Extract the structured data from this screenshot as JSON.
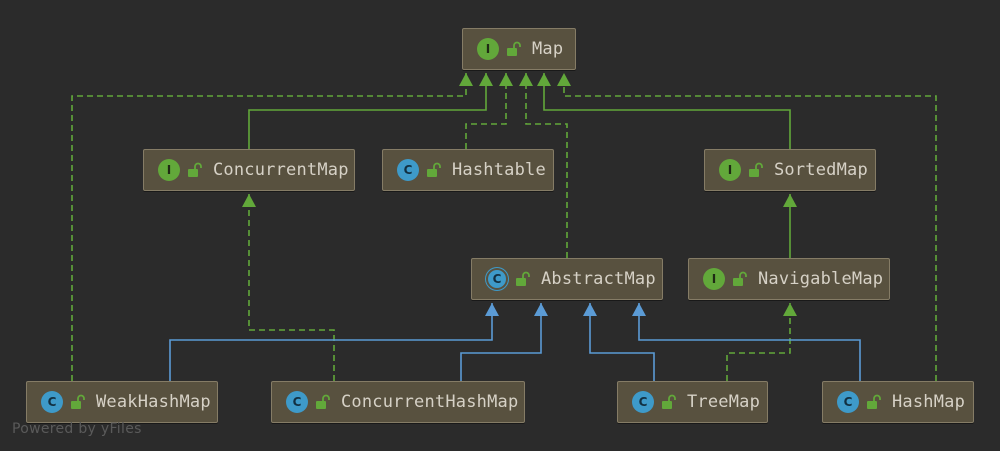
{
  "colors": {
    "background": "#2b2b2b",
    "node_fill": "#58513f",
    "node_border": "#857c66",
    "interface_badge": "#62a83a",
    "class_badge": "#3e9ac9",
    "extends_line": "#62a83a",
    "implements_line": "#62a83a",
    "class_extends_line": "#5b9bd5"
  },
  "nodes": {
    "map": {
      "kind": "interface",
      "badge": "I",
      "label": "Map"
    },
    "concurrent_map": {
      "kind": "interface",
      "badge": "I",
      "label": "ConcurrentMap"
    },
    "hashtable": {
      "kind": "class",
      "badge": "C",
      "label": "Hashtable"
    },
    "sorted_map": {
      "kind": "interface",
      "badge": "I",
      "label": "SortedMap"
    },
    "abstract_map": {
      "kind": "abstract",
      "badge": "C",
      "label": "AbstractMap"
    },
    "navigable_map": {
      "kind": "interface",
      "badge": "I",
      "label": "NavigableMap"
    },
    "weak_hash_map": {
      "kind": "class",
      "badge": "C",
      "label": "WeakHashMap"
    },
    "concurrent_hash_map": {
      "kind": "class",
      "badge": "C",
      "label": "ConcurrentHashMap"
    },
    "tree_map": {
      "kind": "class",
      "badge": "C",
      "label": "TreeMap"
    },
    "hash_map": {
      "kind": "class",
      "badge": "C",
      "label": "HashMap"
    }
  },
  "edges": [
    {
      "from": "concurrent_map",
      "to": "map",
      "style": "solid-green"
    },
    {
      "from": "sorted_map",
      "to": "map",
      "style": "solid-green"
    },
    {
      "from": "hashtable",
      "to": "map",
      "style": "dashed-green"
    },
    {
      "from": "abstract_map",
      "to": "map",
      "style": "dashed-green"
    },
    {
      "from": "weak_hash_map",
      "to": "map",
      "style": "dashed-green"
    },
    {
      "from": "hash_map",
      "to": "map",
      "style": "dashed-green"
    },
    {
      "from": "navigable_map",
      "to": "sorted_map",
      "style": "solid-green"
    },
    {
      "from": "concurrent_hash_map",
      "to": "concurrent_map",
      "style": "dashed-green"
    },
    {
      "from": "tree_map",
      "to": "navigable_map",
      "style": "dashed-green"
    },
    {
      "from": "weak_hash_map",
      "to": "abstract_map",
      "style": "solid-blue"
    },
    {
      "from": "concurrent_hash_map",
      "to": "abstract_map",
      "style": "solid-blue"
    },
    {
      "from": "tree_map",
      "to": "abstract_map",
      "style": "solid-blue"
    },
    {
      "from": "hash_map",
      "to": "abstract_map",
      "style": "solid-blue"
    }
  ],
  "watermark": "Powered by yFiles"
}
